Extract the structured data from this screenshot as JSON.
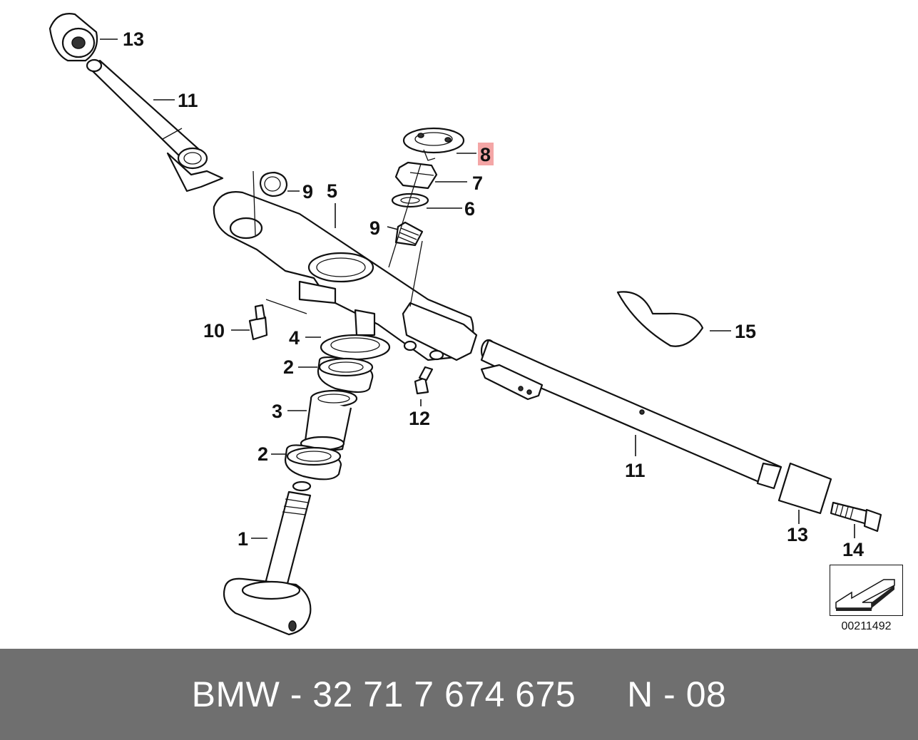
{
  "diagram": {
    "callouts": [
      {
        "id": "13a",
        "label": "13"
      },
      {
        "id": "11a",
        "label": "11"
      },
      {
        "id": "8",
        "label": "8",
        "highlighted": true
      },
      {
        "id": "7",
        "label": "7"
      },
      {
        "id": "9a",
        "label": "9"
      },
      {
        "id": "5",
        "label": "5"
      },
      {
        "id": "6",
        "label": "6"
      },
      {
        "id": "9b",
        "label": "9"
      },
      {
        "id": "10",
        "label": "10"
      },
      {
        "id": "4",
        "label": "4"
      },
      {
        "id": "15",
        "label": "15"
      },
      {
        "id": "2a",
        "label": "2"
      },
      {
        "id": "12",
        "label": "12"
      },
      {
        "id": "3",
        "label": "3"
      },
      {
        "id": "2b",
        "label": "2"
      },
      {
        "id": "11b",
        "label": "11"
      },
      {
        "id": "1",
        "label": "1"
      },
      {
        "id": "13b",
        "label": "13"
      },
      {
        "id": "14",
        "label": "14"
      }
    ],
    "highlight_color": "#f4a6a6",
    "reference_code": "00211492"
  },
  "footer": {
    "text": "BMW - 32 71 7 674 675     N - 08",
    "background": "#6f6f6f",
    "text_color": "#ffffff"
  }
}
